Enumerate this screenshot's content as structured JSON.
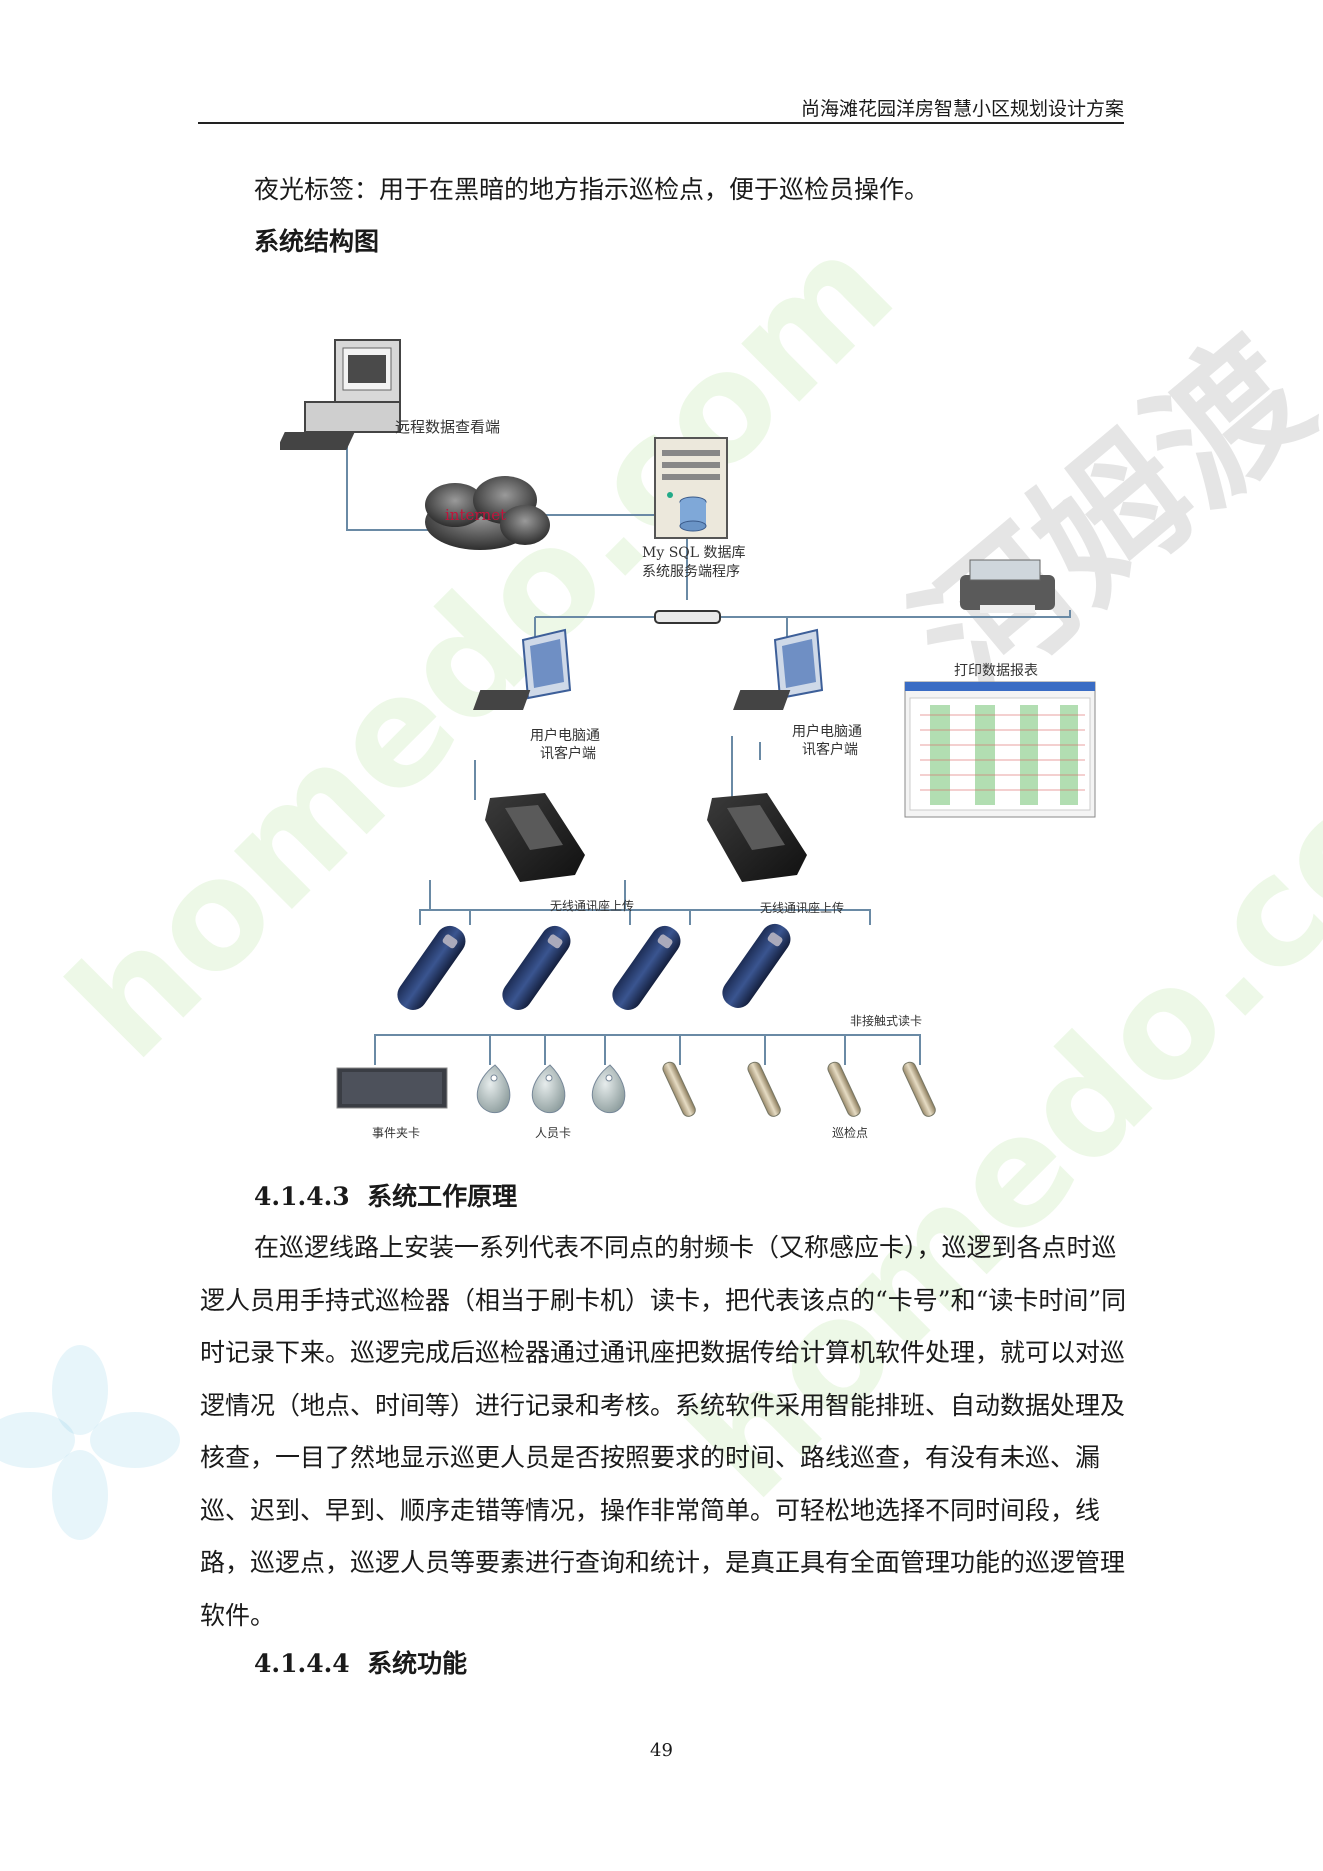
{
  "header": {
    "title": "尚海滩花园洋房智慧小区规划设计方案"
  },
  "paragraphs": {
    "night_label": "夜光标签：用于在黑暗的地方指示巡检点，便于巡检员操作。",
    "structure_title": "系统结构图"
  },
  "diagram": {
    "remote_client": "远程数据查看端",
    "internet": "internet",
    "server_line1": "My SQL 数据库",
    "server_line2": "系统服务端程序",
    "print_report": "打印数据报表",
    "client1_line1": "用户电脑通",
    "client1_line2": "讯客户端",
    "client2_line1": "用户电脑通",
    "client2_line2": "讯客户端",
    "dock1": "无线通讯座上传",
    "dock2": "无线通讯座上传",
    "reader_label": "非接触式读卡",
    "event_card": "事件夹卡",
    "person_card": "人员卡",
    "checkpoint": "巡检点"
  },
  "section_443": {
    "number": "4.1.4.3",
    "title": "系统工作原理"
  },
  "principle_text": "在巡逻线路上安装一系列代表不同点的射频卡（又称感应卡），巡逻到各点时巡逻人员用手持式巡检器（相当于刷卡机）读卡，把代表该点的“卡号”和“读卡时间”同时记录下来。巡逻完成后巡检器通过通讯座把数据传给计算机软件处理，就可以对巡逻情况（地点、时间等）进行记录和考核。系统软件采用智能排班、自动数据处理及核查，一目了然地显示巡更人员是否按照要求的时间、路线巡查，有没有未巡、漏巡、迟到、早到、顺序走错等情况，操作非常简单。可轻松地选择不同时间段，线路，巡逻点，巡逻人员等要素进行查询和统计，是真正具有全面管理功能的巡逻管理软件。",
  "section_444": {
    "number": "4.1.4.4",
    "title": "系统功能"
  },
  "page_number": "49",
  "watermarks": {
    "site1": "homedo.com",
    "site2": "homedo.com",
    "brand": "河姆渡"
  }
}
